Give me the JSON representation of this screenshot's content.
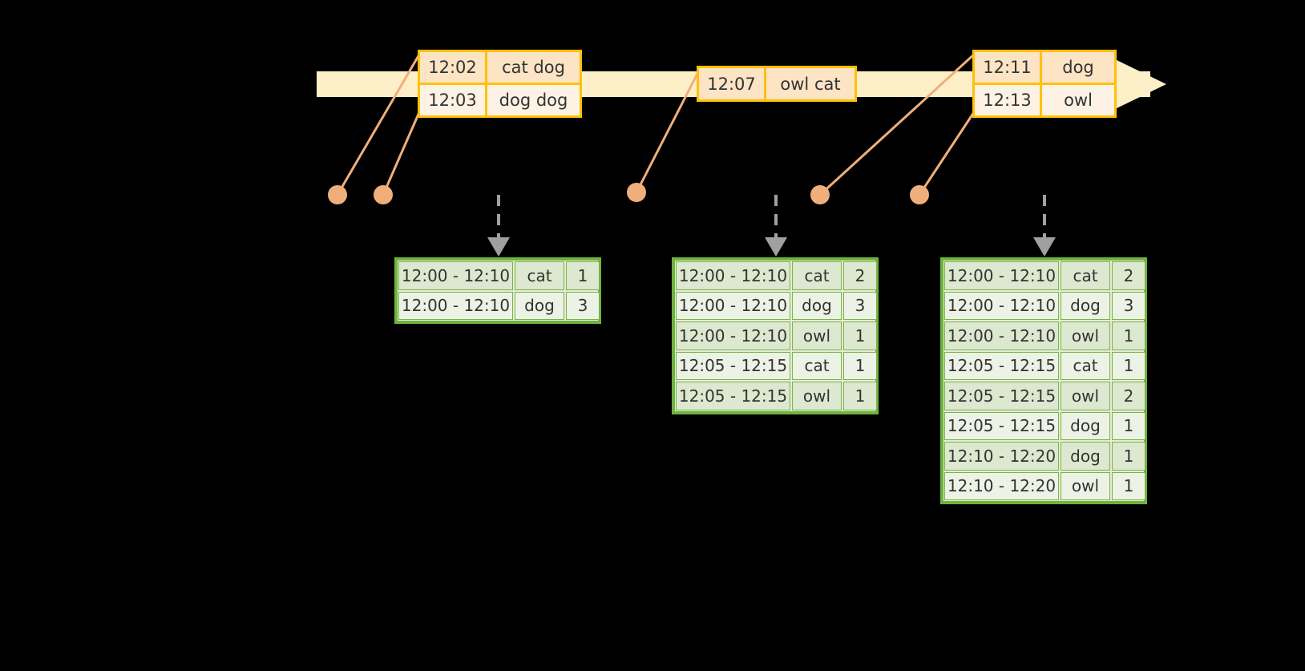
{
  "diagram": {
    "title": "windowed-word-count-streaming-diagram",
    "colors": {
      "background": "#000000",
      "timeline_fill": "#FDEFC8",
      "event_border": "#FFC107",
      "event_fill_dark": "#FCE4C4",
      "event_fill_light": "#FDF2E4",
      "connector": "#F0AF7A",
      "dot": "#F0AF7A",
      "table_border": "#6EB33F",
      "table_fill_dark": "#DCE8CF",
      "table_fill_light": "#EDF2E7",
      "dashed_arrow": "#A0A0A0",
      "text": "#333333"
    }
  },
  "timeline": {
    "name": "event-time-axis",
    "arrow_direction": "right"
  },
  "events": [
    {
      "id": "event-group-1",
      "rows": [
        {
          "time": "12:02",
          "words": "cat dog"
        },
        {
          "time": "12:03",
          "words": "dog dog"
        }
      ]
    },
    {
      "id": "event-group-2",
      "rows": [
        {
          "time": "12:07",
          "words": "owl cat"
        }
      ]
    },
    {
      "id": "event-group-3",
      "rows": [
        {
          "time": "12:11",
          "words": "dog"
        },
        {
          "time": "12:13",
          "words": "owl"
        }
      ]
    }
  ],
  "result_tables": [
    {
      "id": "result-table-1",
      "rows": [
        {
          "range": "12:00 - 12:10",
          "word": "cat",
          "count": "1"
        },
        {
          "range": "12:00 - 12:10",
          "word": "dog",
          "count": "3"
        }
      ]
    },
    {
      "id": "result-table-2",
      "rows": [
        {
          "range": "12:00 - 12:10",
          "word": "cat",
          "count": "2"
        },
        {
          "range": "12:00 - 12:10",
          "word": "dog",
          "count": "3"
        },
        {
          "range": "12:00 - 12:10",
          "word": "owl",
          "count": "1"
        },
        {
          "range": "12:05 - 12:15",
          "word": "cat",
          "count": "1"
        },
        {
          "range": "12:05 - 12:15",
          "word": "owl",
          "count": "1"
        }
      ]
    },
    {
      "id": "result-table-3",
      "rows": [
        {
          "range": "12:00 - 12:10",
          "word": "cat",
          "count": "2"
        },
        {
          "range": "12:00 - 12:10",
          "word": "dog",
          "count": "3"
        },
        {
          "range": "12:00 - 12:10",
          "word": "owl",
          "count": "1"
        },
        {
          "range": "12:05 - 12:15",
          "word": "cat",
          "count": "1"
        },
        {
          "range": "12:05 - 12:15",
          "word": "owl",
          "count": "2"
        },
        {
          "range": "12:05 - 12:15",
          "word": "dog",
          "count": "1"
        },
        {
          "range": "12:10 - 12:20",
          "word": "dog",
          "count": "1"
        },
        {
          "range": "12:10 - 12:20",
          "word": "owl",
          "count": "1"
        }
      ]
    }
  ]
}
